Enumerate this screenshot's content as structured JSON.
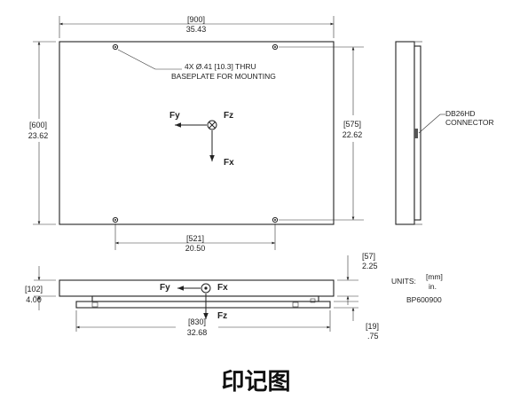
{
  "top_view": {
    "width_mm": "[900]",
    "width_in": "35.43",
    "height_mm": "[600]",
    "height_in": "23.62",
    "hole_spacing_y_mm": "[575]",
    "hole_spacing_y_in": "22.62",
    "hole_spacing_x_mm": "[521]",
    "hole_spacing_x_in": "20.50",
    "hole_note_line1": "4X Ø.41 [10.3] THRU",
    "hole_note_line2": "BASEPLATE FOR MOUNTING",
    "fy_label": "Fy",
    "fz_label": "Fz",
    "fx_label": "Fx"
  },
  "side_view": {
    "connector_line1": "DB26HD",
    "connector_line2": "CONNECTOR"
  },
  "front_view": {
    "thickness_mm": "[102]",
    "thickness_in": "4.00",
    "top_gap_mm": "[57]",
    "top_gap_in": "2.25",
    "base_width_mm": "[830]",
    "base_width_in": "32.68",
    "base_thickness_mm": "[19]",
    "base_thickness_in": ".75",
    "fy_label": "Fy",
    "fx_label": "Fx",
    "fz_label": "Fz"
  },
  "units": {
    "label": "UNITS:",
    "mm": "[mm]",
    "in": "in.",
    "part_number": "BP600900"
  },
  "caption": "印记图"
}
